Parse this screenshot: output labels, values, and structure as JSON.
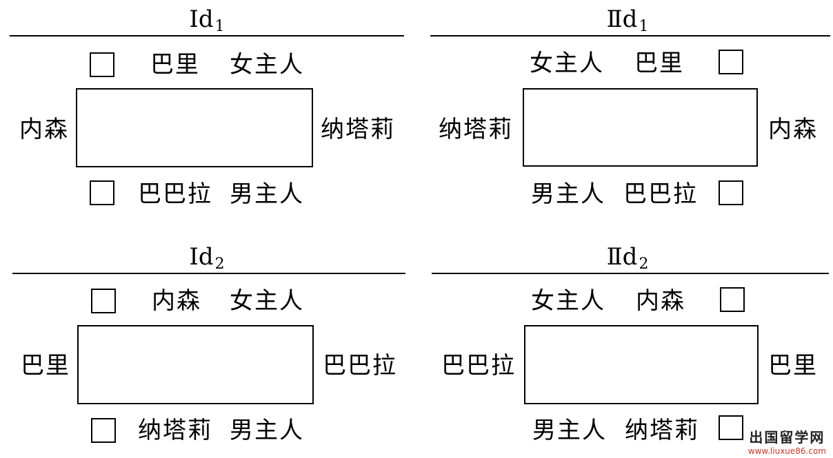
{
  "diagrams": [
    {
      "title": "Ⅰd",
      "sub": "1",
      "top": [
        "巴里",
        "女主人"
      ],
      "bottom": [
        "巴巴拉",
        "男主人"
      ],
      "left": "内森",
      "right": "纳塔莉"
    },
    {
      "title": "Ⅱd",
      "sub": "1",
      "top": [
        "女主人",
        "巴里"
      ],
      "bottom": [
        "男主人",
        "巴巴拉"
      ],
      "left": "纳塔莉",
      "right": "内森"
    },
    {
      "title": "Ⅰd",
      "sub": "2",
      "top": [
        "内森",
        "女主人"
      ],
      "bottom": [
        "纳塔莉",
        "男主人"
      ],
      "left": "巴里",
      "right": "巴巴拉"
    },
    {
      "title": "Ⅱd",
      "sub": "2",
      "top": [
        "女主人",
        "内森"
      ],
      "bottom": [
        "男主人",
        "纳塔莉"
      ],
      "left": "巴巴拉",
      "right": "巴里"
    }
  ],
  "watermark": {
    "line1": "出国留学网",
    "line2": "www.liuxue86.com"
  }
}
